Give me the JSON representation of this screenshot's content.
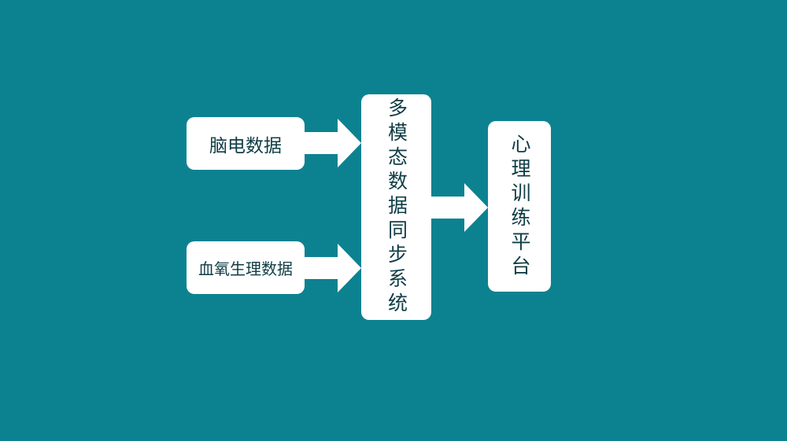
{
  "colors": {
    "background": "#0c8291",
    "box_fill": "#ffffff",
    "text": "#0f3d45",
    "arrow": "#ffffff"
  },
  "nodes": {
    "eeg": {
      "label": "脑电数据"
    },
    "spo2": {
      "label": "血氧生理数据"
    },
    "sync": {
      "label": "多模态数据同步系统"
    },
    "platform": {
      "label": "心理训练平台"
    }
  }
}
